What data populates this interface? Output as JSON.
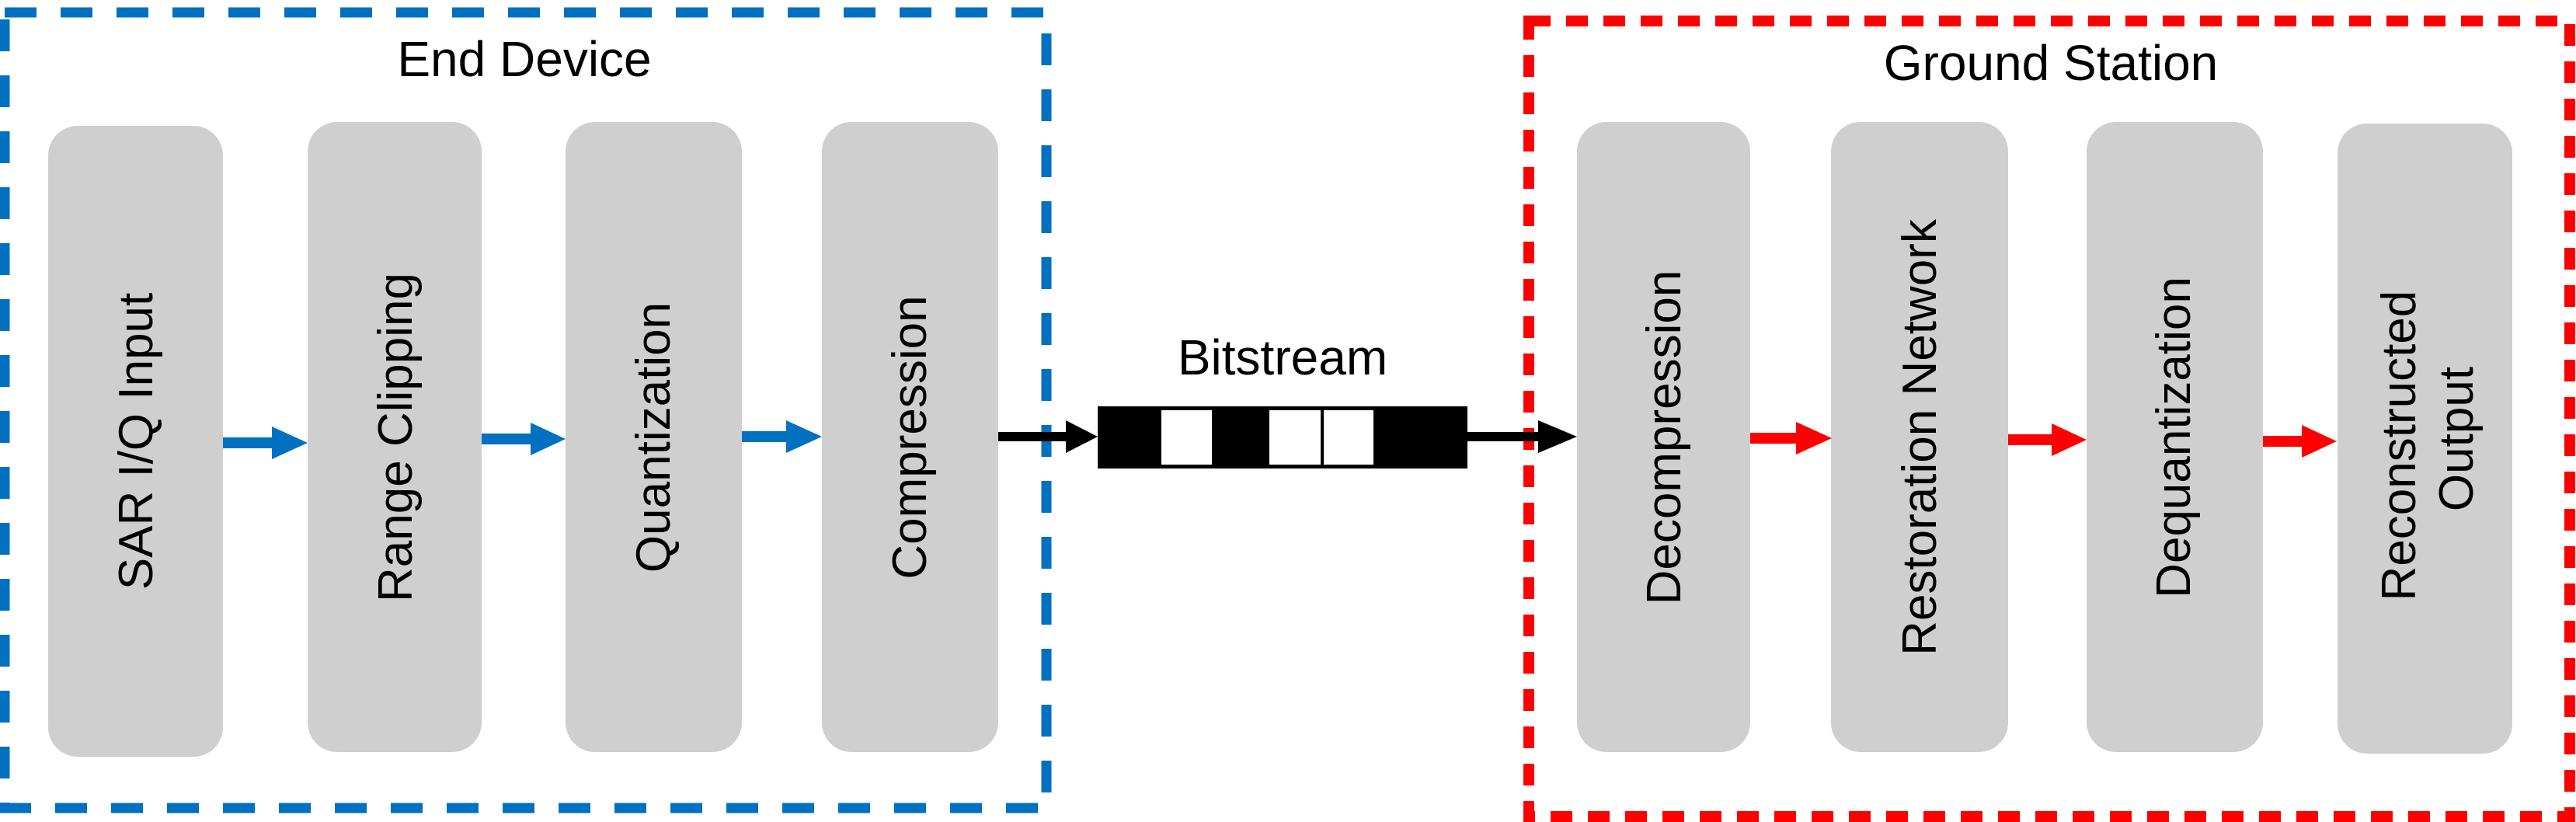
{
  "colors": {
    "end_device_border": "#0070C0",
    "ground_station_border": "#FF0000",
    "block_fill": "#D0CFD0",
    "link_arrow": "#000000",
    "end_device_arrow": "#0070C0",
    "ground_station_arrow": "#FF0000",
    "background": "#FFFFFF"
  },
  "end_device": {
    "title": "End Device",
    "blocks": [
      {
        "label": "SAR I/Q Input"
      },
      {
        "label": "Range Clipping"
      },
      {
        "label": "Quantization"
      },
      {
        "label": "Compression"
      }
    ]
  },
  "bitstream": {
    "label": "Bitstream",
    "bits": [
      1,
      1,
      0,
      1,
      1,
      0,
      0,
      1,
      1
    ]
  },
  "ground_station": {
    "title": "Ground Station",
    "blocks": [
      {
        "label": "Decompression"
      },
      {
        "label": "Restoration Network"
      },
      {
        "label": "Dequantization"
      },
      {
        "label": "Reconstructed|Output"
      }
    ]
  }
}
